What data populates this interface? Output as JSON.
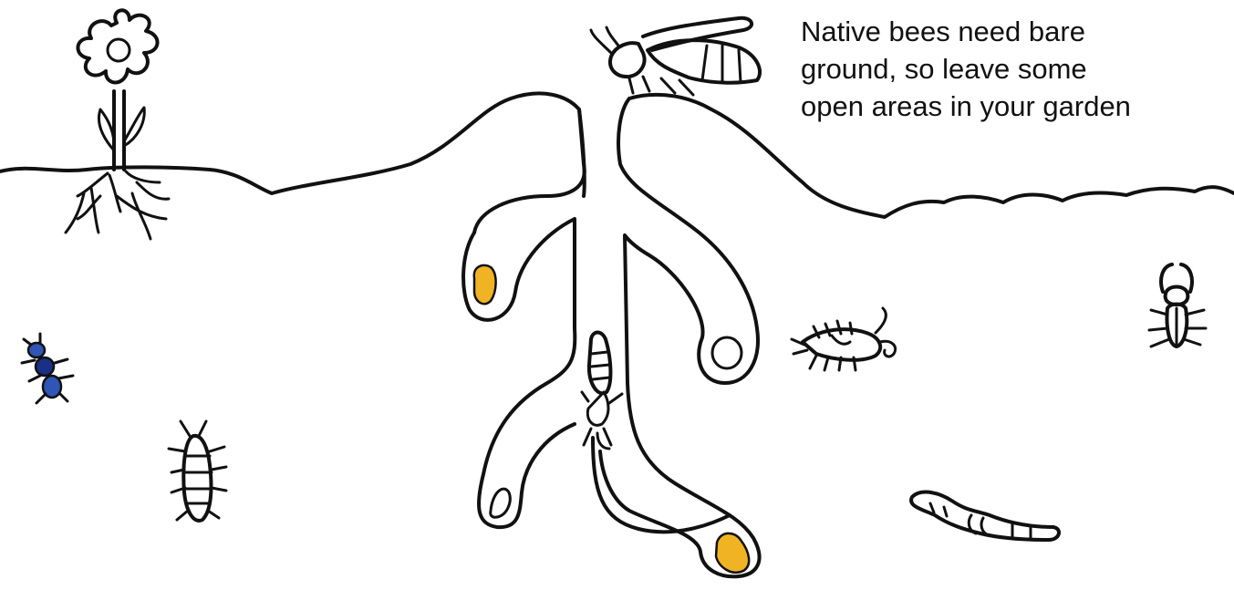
{
  "caption": {
    "line1": "Native bees need bare",
    "line2": "ground, so leave some",
    "line3": "open areas in your garden"
  },
  "colors": {
    "ink": "#111111",
    "pollen": "#f0b323",
    "beetle_blue": "#2f55b5",
    "beetle_dark": "#1a2f86",
    "background": "#ffffff"
  },
  "icons": {
    "flower": "flower-icon",
    "bee": "bee-icon",
    "beetle": "beetle-icon",
    "stag_beetle": "stag-beetle-icon",
    "worm": "worm-icon",
    "centipede": "centipede-icon",
    "earwig": "earwig-icon"
  }
}
